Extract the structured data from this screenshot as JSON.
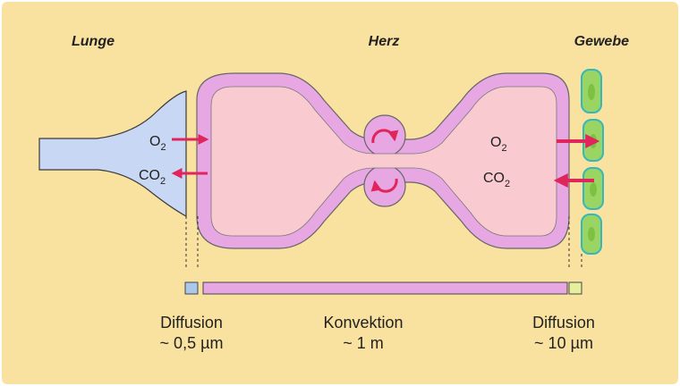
{
  "regions": {
    "lung": "Lunge",
    "heart": "Herz",
    "tissue": "Gewebe"
  },
  "gases": {
    "o2": {
      "base": "O",
      "sub": "2"
    },
    "co2": {
      "base": "CO",
      "sub": "2"
    }
  },
  "transport": {
    "lung_diffusion": {
      "mode": "Diffusion",
      "distance": "~ 0,5 µm"
    },
    "convection": {
      "mode": "Konvektion",
      "distance": "~ 1 m"
    },
    "tissue_diffusion": {
      "mode": "Diffusion",
      "distance": "~ 10 µm"
    }
  },
  "colors": {
    "background": "#f9e2a0",
    "lung": "#c8d7f3",
    "vessel_outer": "#e7a7e3",
    "vessel_inner": "#f9cbd0",
    "cell": "#9ad463",
    "cell_border": "#34b7be",
    "arrow": "#e0245c",
    "bar_lung": "#a9c8ec",
    "bar_convection": "#e7a7e3",
    "bar_tissue": "#e6ef9c"
  },
  "icons": {
    "pump_top": "circular-arrow-icon",
    "pump_bottom": "circular-arrow-icon"
  }
}
